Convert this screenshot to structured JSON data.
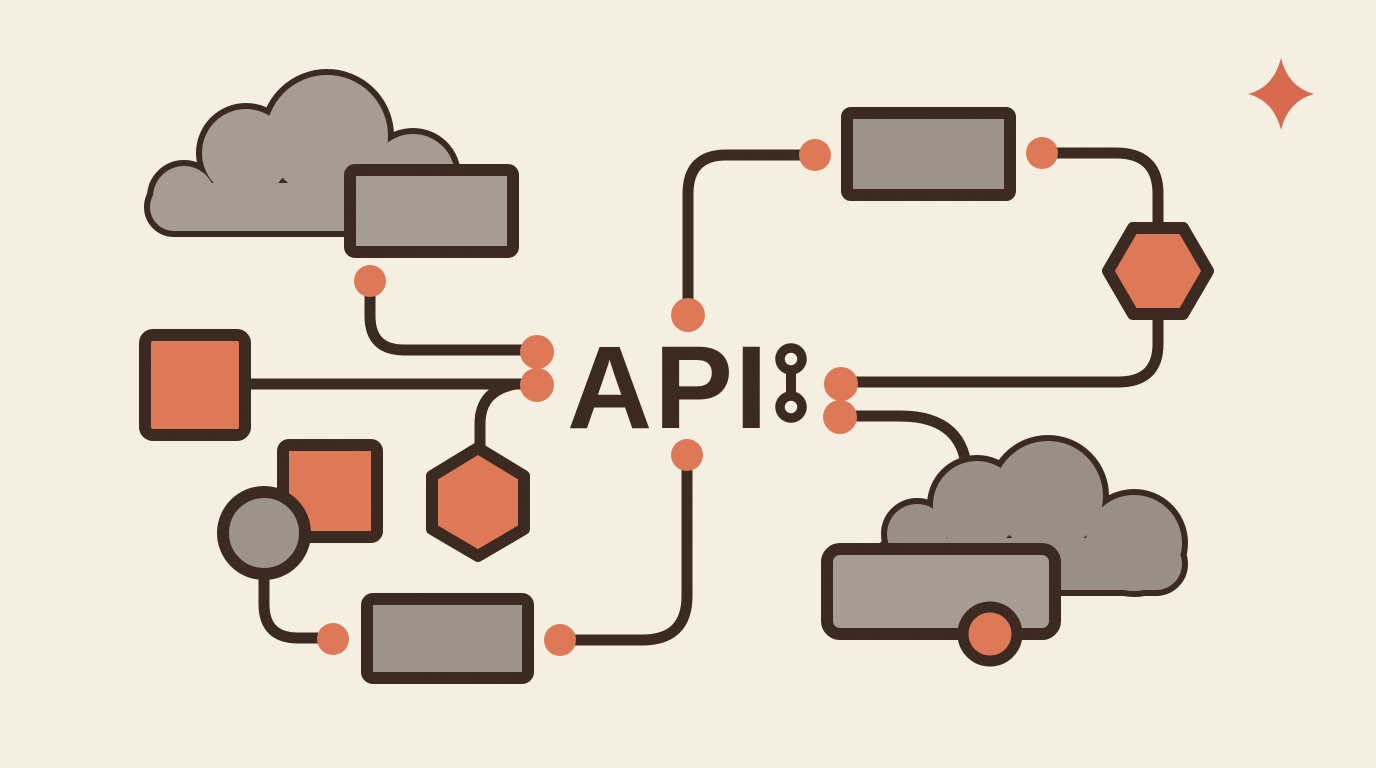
{
  "title": {
    "label": "API"
  },
  "colors": {
    "background": "#f6f1e3",
    "outline": "#3b2a21",
    "orange": "#df7957",
    "sparkle_orange": "#d96a4f",
    "gray_light": "#a79d94",
    "gray_mid": "#9d948b",
    "gray_dark": "#9a9088"
  },
  "diagram": {
    "center_label": "API",
    "nodes": [
      {
        "id": "cloud-top-left",
        "type": "cloud",
        "fill": "#a79d94"
      },
      {
        "id": "rectangle-top-left",
        "type": "rectangle",
        "fill": "#a79d94"
      },
      {
        "id": "square-left",
        "type": "square",
        "fill": "#df7957"
      },
      {
        "id": "hexagon-bottom-left",
        "type": "hexagon",
        "fill": "#df7957"
      },
      {
        "id": "square-small",
        "type": "square",
        "fill": "#df7957"
      },
      {
        "id": "circle-gray",
        "type": "circle",
        "fill": "#9d948b"
      },
      {
        "id": "rectangle-bottom-left",
        "type": "rectangle",
        "fill": "#9d948b"
      },
      {
        "id": "rectangle-top-right",
        "type": "rectangle",
        "fill": "#9d948b"
      },
      {
        "id": "hexagon-right",
        "type": "hexagon",
        "fill": "#df7957"
      },
      {
        "id": "cloud-bottom-right",
        "type": "cloud",
        "fill": "#9a9088"
      },
      {
        "id": "rounded-rectangle-bottom-right",
        "type": "rounded-rectangle",
        "fill": "#a79d94"
      },
      {
        "id": "port-circle",
        "type": "circle",
        "fill": "#df7957"
      },
      {
        "id": "link-icon",
        "type": "icon"
      },
      {
        "id": "sparkle-top-right",
        "type": "sparkle",
        "fill": "#d96a4f"
      }
    ],
    "connector_dot_count": 11,
    "connectors": [
      "rect-top-left to left-api-dots",
      "square-left to left-api-dots",
      "left-api-dots to hexagon-bottom-left",
      "circle-gray to dot",
      "rect-bottom-left to below-api-dot",
      "above-api-dot to rect-top-right",
      "rect-top-right to hexagon-right",
      "hexagon-right to right-api-dots",
      "right-api-dots to cloud-bottom-right"
    ]
  }
}
